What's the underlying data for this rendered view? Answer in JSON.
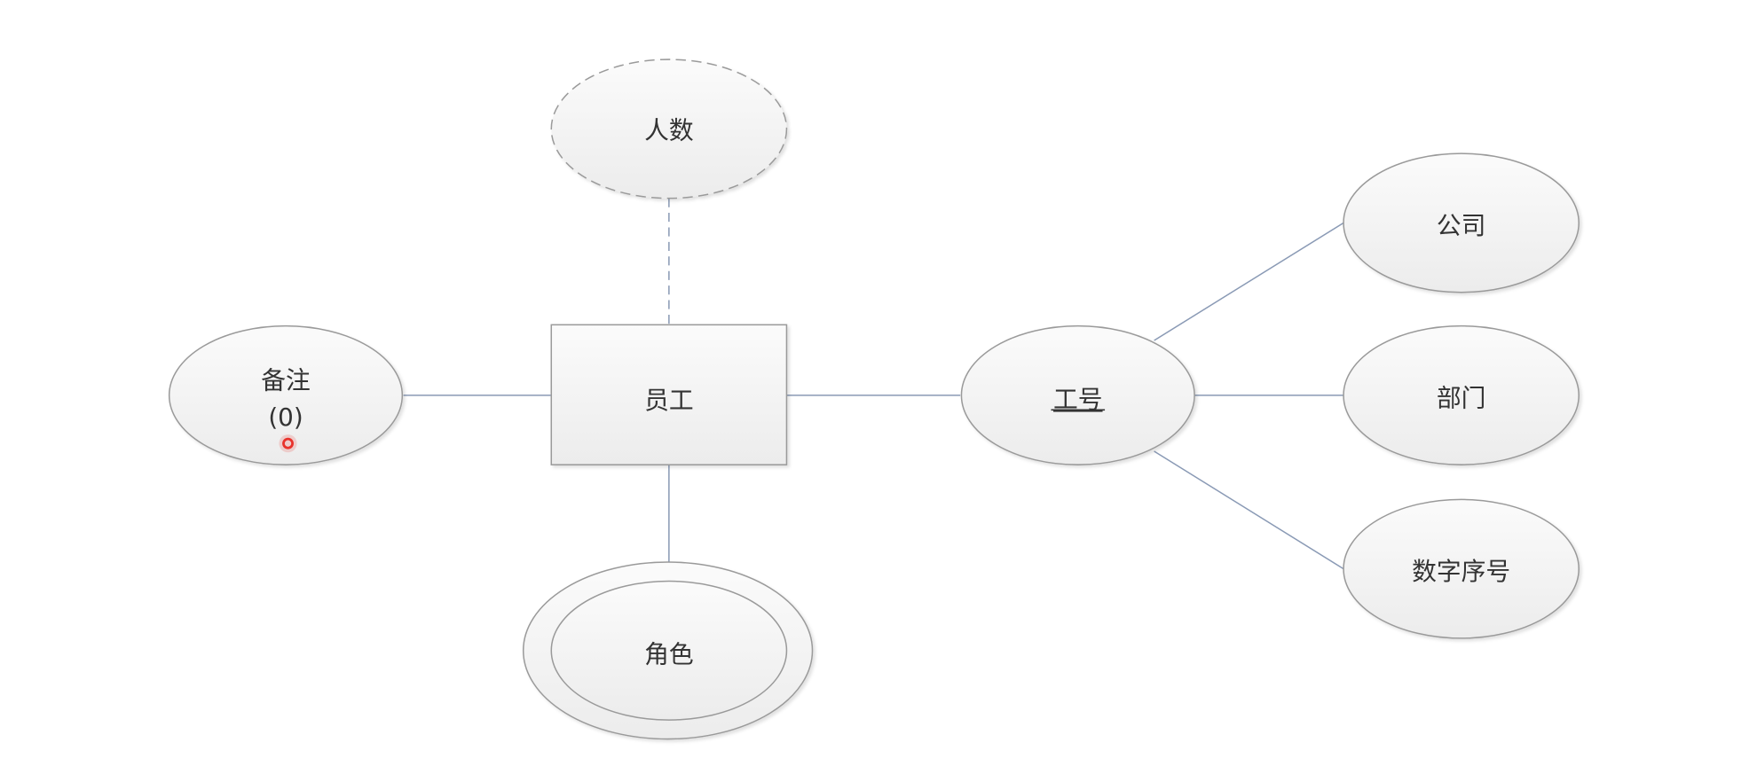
{
  "diagram": {
    "entity": {
      "label": "员工"
    },
    "attributes": {
      "derived": {
        "label": "人数"
      },
      "note": {
        "label": "备注",
        "sub": "(0)"
      },
      "key": {
        "label": "工号"
      },
      "multivalued": {
        "label": "角色"
      },
      "company": {
        "label": "公司"
      },
      "department": {
        "label": "部门"
      },
      "serial": {
        "label": "数字序号"
      }
    }
  },
  "colors": {
    "line": "#8a9ab5",
    "stroke": "#9a9a9a",
    "cursor": "#e8322b"
  }
}
